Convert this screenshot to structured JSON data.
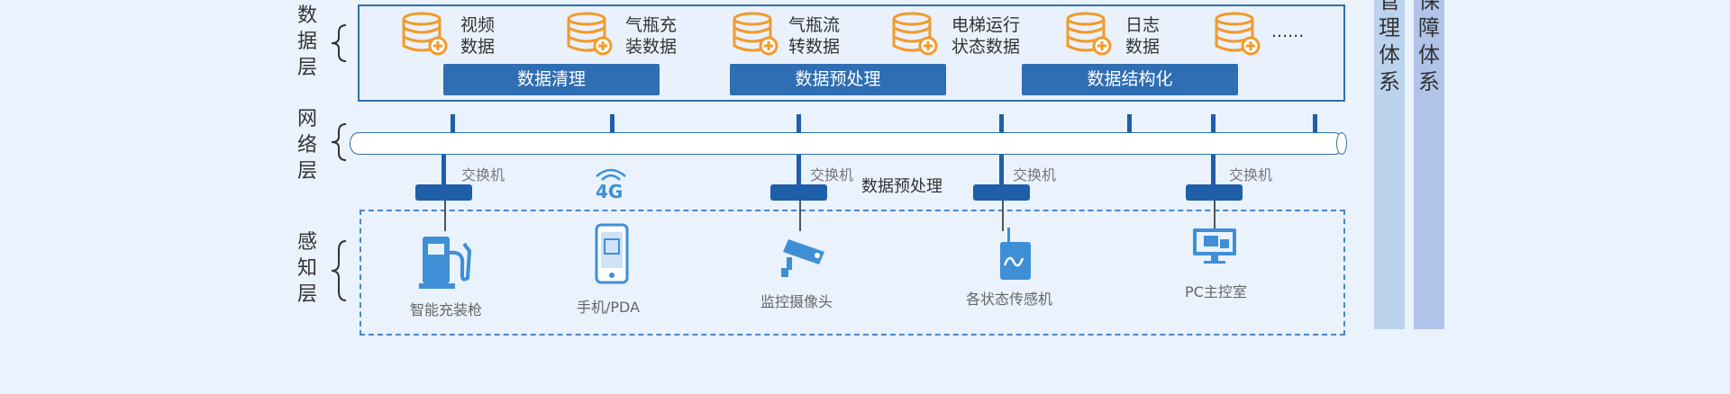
{
  "layers": {
    "data": "数\n据\n层",
    "network": "网\n络\n层",
    "perception": "感\n知\n层"
  },
  "side": {
    "col1": "管\n理\n体\n系",
    "col2": "保\n障\n体\n系"
  },
  "data_sources": [
    {
      "line1": "视频",
      "line2": "数据"
    },
    {
      "line1": "气瓶充",
      "line2": "装数据"
    },
    {
      "line1": "气瓶流",
      "line2": "转数据"
    },
    {
      "line1": "电梯运行",
      "line2": "状态数据"
    },
    {
      "line1": "日志",
      "line2": "数据"
    },
    {
      "line1": "......",
      "line2": ""
    }
  ],
  "processing": [
    "数据清理",
    "数据预处理",
    "数据结构化"
  ],
  "switch_label": "交换机",
  "mid_label": "数据预处理",
  "fourg": "4G",
  "devices": [
    "智能充装枪",
    "手机/PDA",
    "监控摄像头",
    "各状态传感机",
    "PC主控室"
  ],
  "colors": {
    "background": "#eaf2fd",
    "border": "#2d6fae",
    "button": "#2f6eb3",
    "db_icon": "#f39a2b",
    "device_icon": "#3f8fd6",
    "side_col1": "#bcd3ee",
    "side_col2": "#b1c3e8"
  }
}
